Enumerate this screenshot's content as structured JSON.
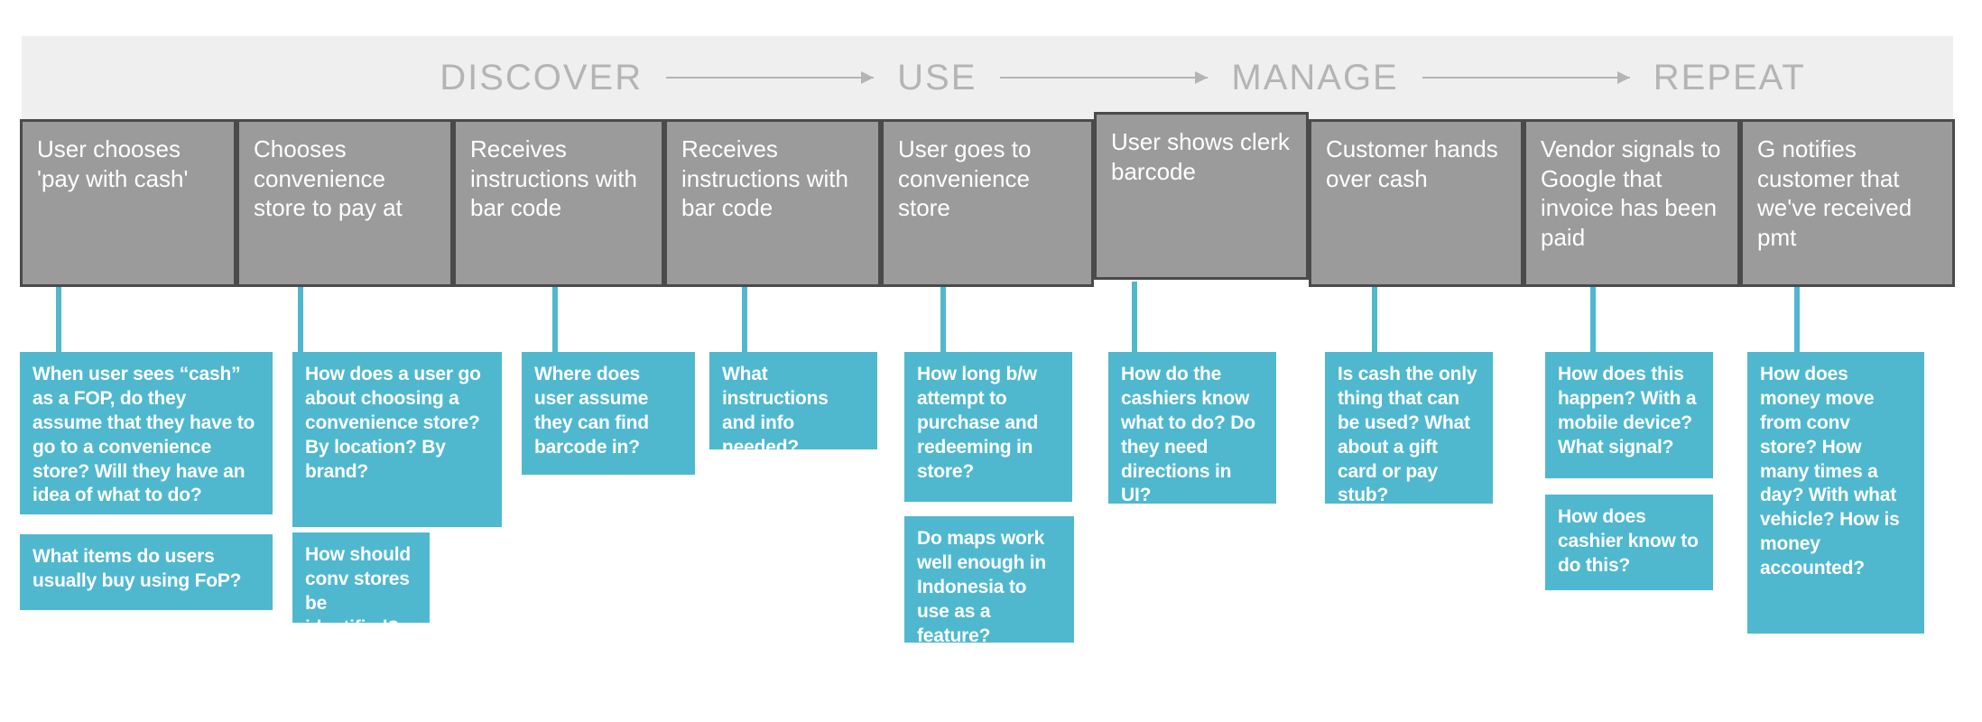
{
  "phases": [
    {
      "label": "DISCOVER"
    },
    {
      "label": "USE"
    },
    {
      "label": "MANAGE"
    },
    {
      "label": "REPEAT"
    }
  ],
  "colors": {
    "note_blue": "#4fb8cf",
    "step_gray": "#9b9b9b",
    "step_border": "#4a4a4a",
    "band_gray": "#efefef",
    "phase_text": "#b4b4b4"
  },
  "steps": [
    {
      "label": "User chooses 'pay with cash'"
    },
    {
      "label": "Chooses convenience store to pay at"
    },
    {
      "label": "Receives instructions with bar code"
    },
    {
      "label": "Receives instructions with bar code"
    },
    {
      "label": "User goes to convenience store"
    },
    {
      "label": "User shows clerk barcode"
    },
    {
      "label": "Customer hands over cash"
    },
    {
      "label": "Vendor signals to Google that invoice has been paid"
    },
    {
      "label": "G notifies customer that we've received pmt"
    }
  ],
  "notes": [
    {
      "text": "When user sees “cash” as a FOP, do they assume that they have to go to a convenience store? Will they have an idea of what to do?"
    },
    {
      "text": "What items do users usually buy using FoP?"
    },
    {
      "text": "How does a user go about choosing a convenience store? By location? By brand?"
    },
    {
      "text": "How should conv stores be identified?"
    },
    {
      "text": "Where does user assume they can find barcode in?"
    },
    {
      "text": "What instructions and info needed?"
    },
    {
      "text": "How long b/w attempt to purchase and redeeming in store?"
    },
    {
      "text": "Do maps work well enough in Indonesia to use as a feature?"
    },
    {
      "text": "How do the cashiers know what to do? Do they need directions in UI?"
    },
    {
      "text": "Is cash the only thing that can be used? What about a gift card or pay stub?"
    },
    {
      "text": "How does this happen? With a mobile device? What signal?"
    },
    {
      "text": "How does cashier know to do this?"
    },
    {
      "text": "How does money move from conv store? How many times a day? With what vehicle? How is money accounted?"
    }
  ]
}
